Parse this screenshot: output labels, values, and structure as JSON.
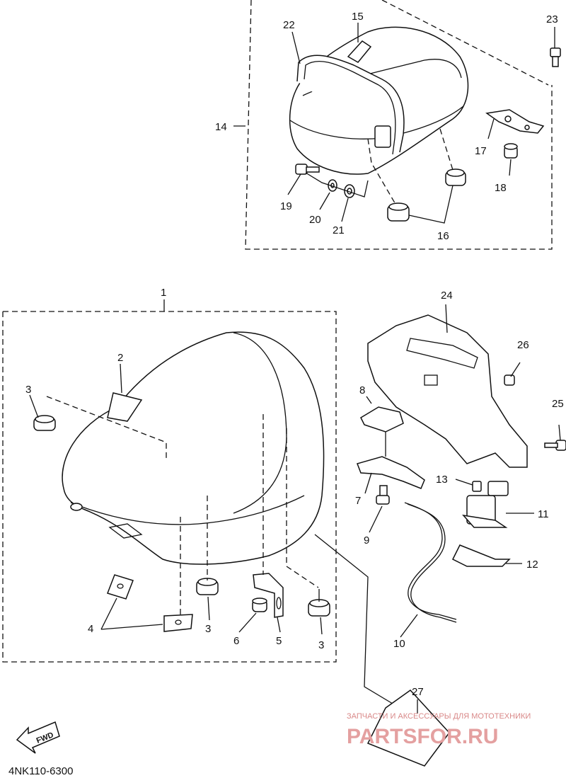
{
  "diagram_code": "4NK110-6300",
  "fwd_label": "FWD",
  "watermark": {
    "subtitle": "ЗАПЧАСТИ И АКСЕССУАРЫ ДЛЯ МОТОТЕХНИКИ",
    "logo": "PARTSFOR.RU"
  },
  "part_labels": {
    "p1": "1",
    "p2": "2",
    "p3a": "3",
    "p3b": "3",
    "p3c": "3",
    "p4": "4",
    "p5": "5",
    "p6": "6",
    "p7": "7",
    "p8": "8",
    "p9": "9",
    "p10": "10",
    "p11": "11",
    "p12": "12",
    "p13": "13",
    "p14": "14",
    "p15": "15",
    "p16": "16",
    "p17": "17",
    "p18": "18",
    "p19": "19",
    "p20": "20",
    "p21": "21",
    "p22": "22",
    "p23": "23",
    "p24": "24",
    "p25": "25",
    "p26": "26",
    "p27": "27"
  },
  "colors": {
    "line": "#111111",
    "watermark": "#e4a0a0"
  }
}
